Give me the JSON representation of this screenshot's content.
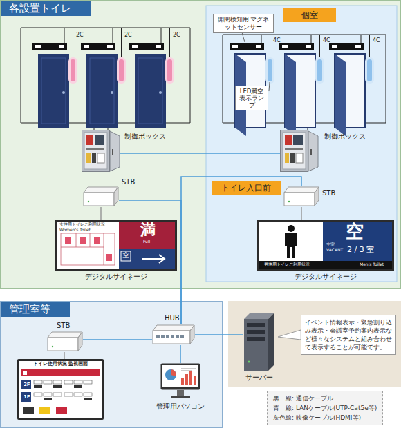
{
  "diagram": {
    "nodes": [
      {
        "text": [
          "各設置トイレ"
        ]
      },
      {
        "text": [
          "開閉検知用 マグネットセンサー"
        ],
        "in": 0
      },
      {
        "text": [
          "個室"
        ],
        "in": 0
      },
      {
        "text": [
          "LED満空 表示ランプ"
        ],
        "in": 0
      },
      {
        "text": [
          "制御ボックス"
        ],
        "in": 0
      },
      {
        "text": [
          "制御ボックス"
        ],
        "in": 0
      },
      {
        "text": [
          "トイレ入口前"
        ],
        "in": 0
      },
      {
        "text": [
          "STB"
        ],
        "in": 0
      },
      {
        "text": [
          "STB"
        ],
        "in": 0
      },
      {
        "text": [
          "デジタルサイネージ"
        ],
        "in": 0
      },
      {
        "text": [
          "デジタルサイネージ"
        ],
        "in": 0
      },
      {
        "text": [
          "管理室等"
        ]
      },
      {
        "text": [
          "STB"
        ],
        "in": 11
      },
      {
        "text": [
          "トイレ使用状況 監視画面"
        ],
        "in": 11
      },
      {
        "text": [
          "HUB"
        ],
        "in": 11
      },
      {
        "text": [
          "管理用パソコン"
        ],
        "in": 11
      },
      {
        "text": [
          "サーバー"
        ]
      },
      {
        "text": [
          "イベント情報表示・緊急割り込み表示・会議室予約案内表示など様々なシステムと組み合わせて表示することが可能です。"
        ]
      }
    ],
    "edges": [
      {
        "from": 4,
        "to": 5,
        "arrow": "none"
      },
      {
        "from": 7,
        "to": 9,
        "arrow": "none"
      },
      {
        "from": 8,
        "to": 10,
        "arrow": "none"
      },
      {
        "from": 14,
        "to": 7,
        "arrow": "none"
      },
      {
        "from": 14,
        "to": 8,
        "arrow": "none"
      },
      {
        "from": 14,
        "to": 12,
        "arrow": "none"
      },
      {
        "from": 12,
        "to": 13,
        "arrow": "none"
      },
      {
        "from": 14,
        "to": 15,
        "arrow": "none"
      },
      {
        "from": 14,
        "to": 16,
        "arrow": "none"
      }
    ],
    "labels": [
      "2C",
      "2C",
      "2C",
      "4C",
      "4C",
      "4C",
      "女性用トイレご利用状況",
      "Women's Toilet",
      "満",
      "Full",
      "空",
      "空",
      "空室",
      "VACANT",
      "2 / 3 室",
      "男性用トイレご利用状況",
      "Men's Toilet",
      "2F",
      "1F"
    ],
    "legend": [
      {
        "text": "黒　線: 通信ケーブル"
      },
      {
        "text": "青　線: LANケーブル(UTP-Cat5e等)"
      },
      {
        "text": "灰色線: 映像ケーブル(HDMI等)"
      }
    ]
  }
}
